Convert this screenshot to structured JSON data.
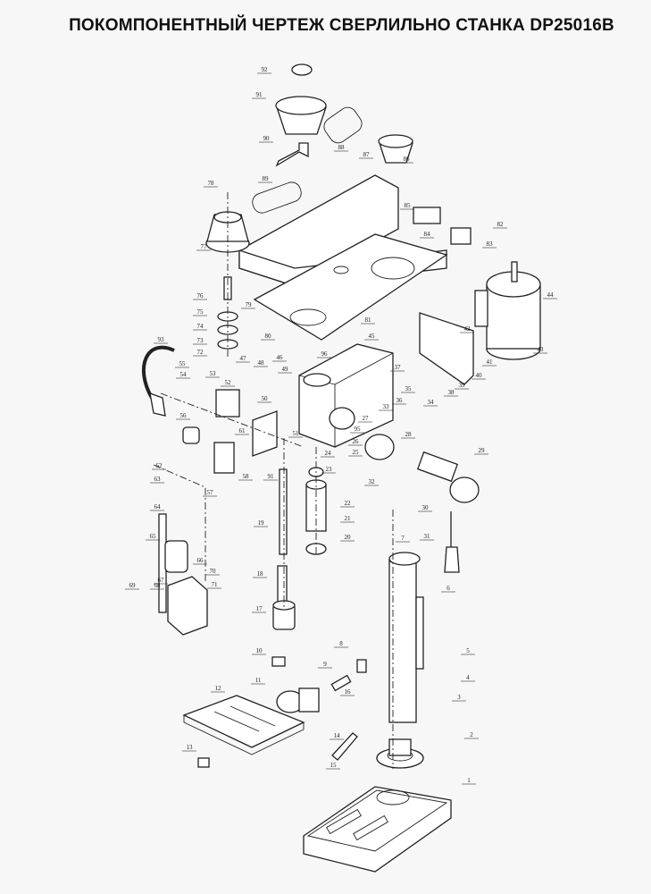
{
  "title": "ПОКОМПОНЕНТНЫЙ ЧЕРТЕЖ СВЕРЛИЛЬНО СТАНКА DP25016B",
  "colors": {
    "background": "#f7f7f7",
    "lines": "#222222"
  },
  "part_numbers": [
    "92",
    "91",
    "90",
    "88",
    "87",
    "86",
    "89",
    "78",
    "85",
    "84",
    "82",
    "83",
    "77",
    "76",
    "79",
    "75",
    "74",
    "81",
    "44",
    "73",
    "72",
    "93",
    "80",
    "42",
    "43",
    "45",
    "41",
    "96",
    "47",
    "46",
    "48",
    "37",
    "55",
    "40",
    "54",
    "53",
    "49",
    "35",
    "39",
    "38",
    "52",
    "36",
    "34",
    "33",
    "50",
    "27",
    "95",
    "56",
    "61",
    "51",
    "26",
    "25",
    "28",
    "29",
    "24",
    "62",
    "58",
    "91",
    "23",
    "63",
    "57",
    "32",
    "22",
    "30",
    "64",
    "21",
    "65",
    "19",
    "7",
    "31",
    "20",
    "66",
    "18",
    "67",
    "70",
    "6",
    "71",
    "69",
    "68",
    "17",
    "5",
    "8",
    "10",
    "9",
    "11",
    "4",
    "16",
    "12",
    "3",
    "14",
    "2",
    "13",
    "15",
    "1"
  ]
}
